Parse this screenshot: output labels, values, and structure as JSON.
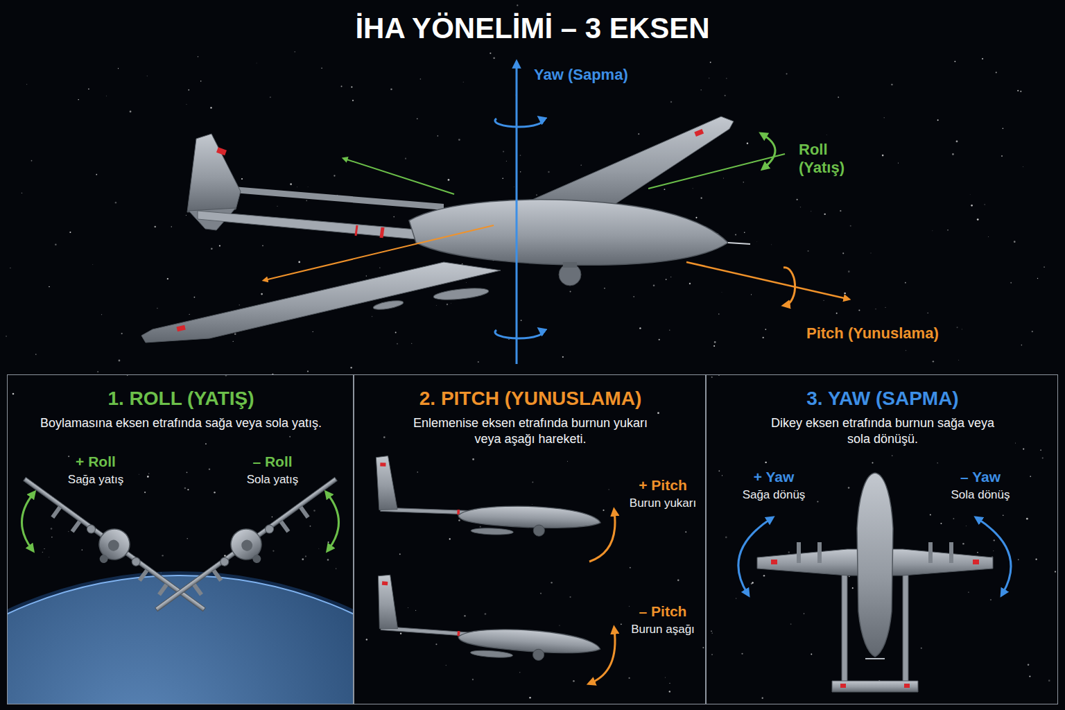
{
  "diagram": {
    "title": "İHA YÖNELİMİ – 3 EKSEN",
    "nodes": [
      {
        "text": [
          "1. ROLL (YATIŞ)",
          "Boylamasına eksen etrafında sağa veya sola yatış.",
          "+ Roll",
          "Sağa yatış",
          "– Roll",
          "Sola yatış"
        ]
      },
      {
        "text": [
          "2. PITCH (YUNUSLAMA)",
          "Enlemenise eksen etrafında burnun yukarı veya aşağı hareketi.",
          "+ Pitch",
          "Burun yukarı",
          "– Pitch",
          "Burun aşağı"
        ]
      },
      {
        "text": [
          "3. YAW (SAPMA)",
          "Dikey eksen etrafında burnun sağa veya sola dönüşü.",
          "+ Yaw",
          "Sağa dönüş",
          "– Yaw",
          "Sola dönüş"
        ]
      }
    ],
    "labels": [
      "Yaw (Sapma)",
      "Roll (Yatış)",
      "Pitch (Yunuslama)"
    ]
  }
}
